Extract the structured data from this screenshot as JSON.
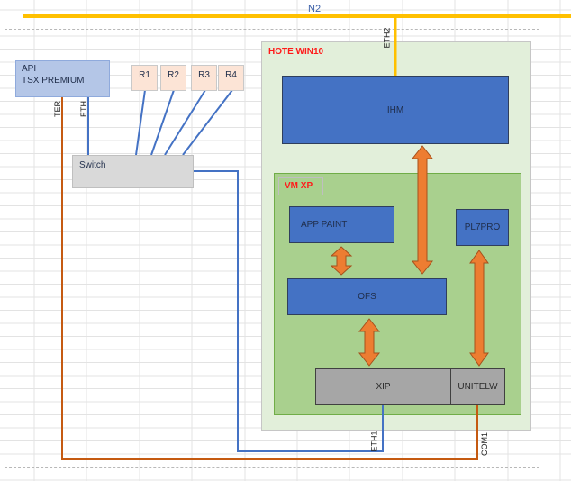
{
  "diagram": {
    "network_label": "N2",
    "colors": {
      "network_bus": "#ffc000",
      "ethernet": "#4472c4",
      "serial": "#c55a11",
      "arrow_fill": "#ed7d31",
      "arrow_stroke": "#a5511c",
      "host_fill": "#e2efda",
      "vm_fill": "#a9d08e",
      "app_fill": "#4472c4",
      "api_fill": "#b4c6e7",
      "remote_fill": "#fce4d6",
      "switch_fill": "#d9d9d9",
      "driver_fill": "#a6a6a6",
      "title_red": "#ff1a1a"
    },
    "api": {
      "line1": "API",
      "line2": "TSX PREMIUM"
    },
    "remotes": [
      "R1",
      "R2",
      "R3",
      "R4"
    ],
    "switch_label": "Switch",
    "host_title": "HOTE WIN10",
    "vm_title": "VM XP",
    "apps": {
      "ihm": "IHM",
      "app_paint": "APP PAINT",
      "pl7pro": "PL7PRO",
      "ofs": "OFS",
      "xip": "XIP",
      "unitelw": "UNITELW"
    },
    "port_labels": {
      "ter": "TER",
      "eth": "ETH",
      "eth2": "ETH2",
      "eth1": "ETH1",
      "com1": "COM1"
    }
  }
}
